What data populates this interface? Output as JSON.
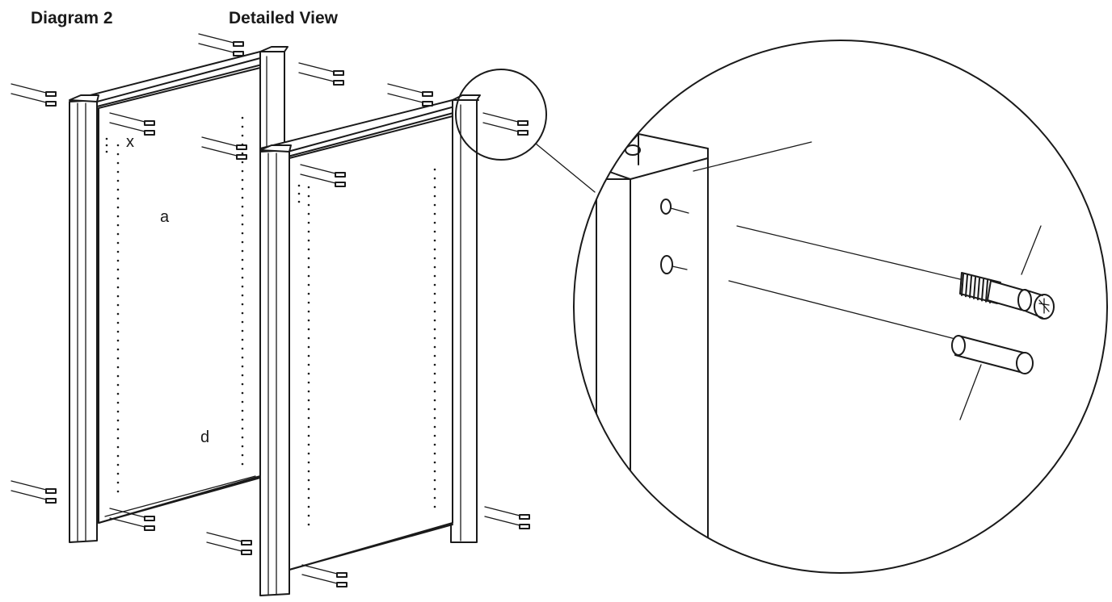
{
  "header": {
    "diagram_label": "Diagram 2",
    "detail_label": "Detailed View"
  },
  "parts": {
    "x": "x",
    "a": "a",
    "d": "d"
  },
  "colors": {
    "line": "#1a1a1a",
    "background": "#ffffff"
  }
}
